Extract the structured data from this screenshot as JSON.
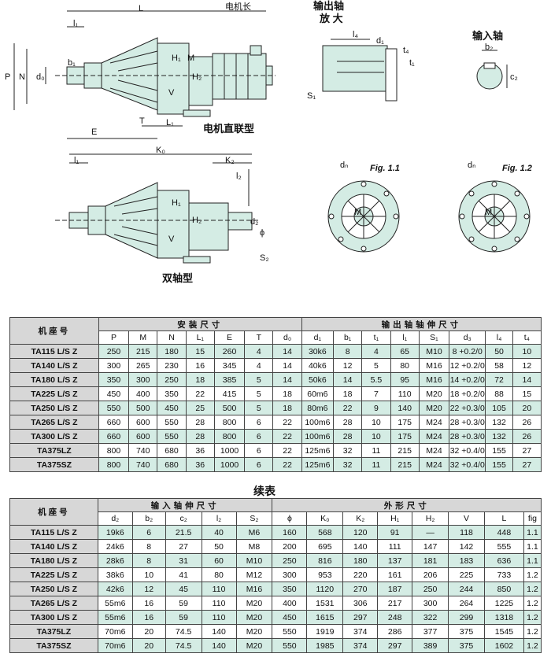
{
  "diagrams": {
    "top_labels": {
      "L": "L",
      "motor_length": "电机长",
      "l1": "l₁",
      "P": "P",
      "N": "N",
      "d0": "d₀",
      "b1": "b₁",
      "E": "E",
      "T": "T",
      "L1": "L₁",
      "H1": "H₁",
      "H2": "H₂",
      "V": "V",
      "M": "M"
    },
    "top_caption": "电机直联型",
    "out_shaft": {
      "title": "输出轴",
      "subtitle": "放 大",
      "l4": "l₄",
      "d1": "d₁",
      "t4": "t₄",
      "t1": "t₁",
      "S1": "S₁"
    },
    "in_shaft": {
      "title": "输入轴",
      "b2": "b₂",
      "c2": "c₂"
    },
    "bottom_labels": {
      "K0": "K₀",
      "K2": "K₂",
      "l1": "l₁",
      "l2": "l₂",
      "H1": "H₁",
      "H2": "H₂",
      "V": "V",
      "d2": "d₂",
      "phi": "ϕ",
      "S2": "S₂"
    },
    "bottom_caption": "双轴型",
    "fig11": {
      "title": "Fig. 1.1",
      "dn": "dₙ",
      "M": "M"
    },
    "fig12": {
      "title": "Fig. 1.2",
      "dn": "dₙ",
      "M": "M"
    },
    "colors": {
      "body_fill": "#d4ece4",
      "line": "#222222"
    }
  },
  "table1": {
    "model_header": "机座号",
    "group1": "安装尺寸",
    "group2": "输出轴轴伸尺寸",
    "columns": [
      "P",
      "M",
      "N",
      "L₁",
      "E",
      "T",
      "d₀",
      "d₁",
      "b₁",
      "t₁",
      "l₁",
      "S₁",
      "d₃",
      "l₄",
      "t₄"
    ],
    "rows": [
      [
        "TA115 L/S Z",
        "250",
        "215",
        "180",
        "15",
        "260",
        "4",
        "14",
        "30k6",
        "8",
        "4",
        "65",
        "M10",
        "8 +0.2/0",
        "50",
        "10"
      ],
      [
        "TA140 L/S Z",
        "300",
        "265",
        "230",
        "16",
        "345",
        "4",
        "14",
        "40k6",
        "12",
        "5",
        "80",
        "M16",
        "12 +0.2/0",
        "58",
        "12"
      ],
      [
        "TA180 L/S Z",
        "350",
        "300",
        "250",
        "18",
        "385",
        "5",
        "14",
        "50k6",
        "14",
        "5.5",
        "95",
        "M16",
        "14 +0.2/0",
        "72",
        "14"
      ],
      [
        "TA225 L/S Z",
        "450",
        "400",
        "350",
        "22",
        "415",
        "5",
        "18",
        "60m6",
        "18",
        "7",
        "110",
        "M20",
        "18 +0.2/0",
        "88",
        "15"
      ],
      [
        "TA250 L/S Z",
        "550",
        "500",
        "450",
        "25",
        "500",
        "5",
        "18",
        "80m6",
        "22",
        "9",
        "140",
        "M20",
        "22 +0.3/0",
        "105",
        "20"
      ],
      [
        "TA265 L/S Z",
        "660",
        "600",
        "550",
        "28",
        "800",
        "6",
        "22",
        "100m6",
        "28",
        "10",
        "175",
        "M24",
        "28 +0.3/0",
        "132",
        "26"
      ],
      [
        "TA300 L/S Z",
        "660",
        "600",
        "550",
        "28",
        "800",
        "6",
        "22",
        "100m6",
        "28",
        "10",
        "175",
        "M24",
        "28 +0.3/0",
        "132",
        "26"
      ],
      [
        "TA375LZ",
        "800",
        "740",
        "680",
        "36",
        "1000",
        "6",
        "22",
        "125m6",
        "32",
        "11",
        "215",
        "M24",
        "32 +0.4/0",
        "155",
        "27"
      ],
      [
        "TA375SZ",
        "800",
        "740",
        "680",
        "36",
        "1000",
        "6",
        "22",
        "125m6",
        "32",
        "11",
        "215",
        "M24",
        "32 +0.4/0",
        "155",
        "27"
      ]
    ]
  },
  "continuation_title": "续表",
  "table2": {
    "model_header": "机座号",
    "group1": "输入轴伸尺寸",
    "group2": "外形尺寸",
    "columns": [
      "d₂",
      "b₂",
      "c₂",
      "l₂",
      "S₂",
      "ϕ",
      "K₀",
      "K₂",
      "H₁",
      "H₂",
      "V",
      "L",
      "fig"
    ],
    "rows": [
      [
        "TA115 L/S Z",
        "19k6",
        "6",
        "21.5",
        "40",
        "M6",
        "160",
        "568",
        "120",
        "91",
        "—",
        "118",
        "448",
        "1.1"
      ],
      [
        "TA140 L/S Z",
        "24k6",
        "8",
        "27",
        "50",
        "M8",
        "200",
        "695",
        "140",
        "111",
        "147",
        "142",
        "555",
        "1.1"
      ],
      [
        "TA180 L/S Z",
        "28k6",
        "8",
        "31",
        "60",
        "M10",
        "250",
        "816",
        "180",
        "137",
        "181",
        "183",
        "636",
        "1.1"
      ],
      [
        "TA225 L/S Z",
        "38k6",
        "10",
        "41",
        "80",
        "M12",
        "300",
        "953",
        "220",
        "161",
        "206",
        "225",
        "733",
        "1.2"
      ],
      [
        "TA250 L/S Z",
        "42k6",
        "12",
        "45",
        "110",
        "M16",
        "350",
        "1120",
        "270",
        "187",
        "250",
        "244",
        "850",
        "1.2"
      ],
      [
        "TA265 L/S Z",
        "55m6",
        "16",
        "59",
        "110",
        "M20",
        "400",
        "1531",
        "306",
        "217",
        "300",
        "264",
        "1225",
        "1.2"
      ],
      [
        "TA300 L/S Z",
        "55m6",
        "16",
        "59",
        "110",
        "M20",
        "450",
        "1615",
        "297",
        "248",
        "322",
        "299",
        "1318",
        "1.2"
      ],
      [
        "TA375LZ",
        "70m6",
        "20",
        "74.5",
        "140",
        "M20",
        "550",
        "1919",
        "374",
        "286",
        "377",
        "375",
        "1545",
        "1.2"
      ],
      [
        "TA375SZ",
        "70m6",
        "20",
        "74.5",
        "140",
        "M20",
        "550",
        "1985",
        "374",
        "297",
        "389",
        "375",
        "1602",
        "1.2"
      ]
    ]
  }
}
